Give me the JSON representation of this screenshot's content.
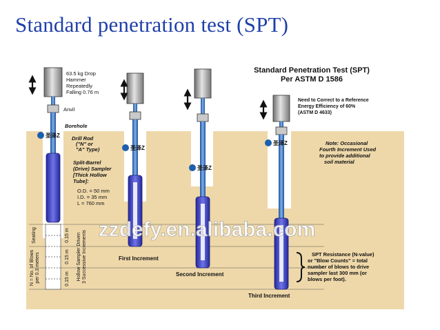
{
  "title": "Standard penetration test (SPT)",
  "diagram": {
    "heading_line1": "Standard Penetration Test (SPT)",
    "heading_line2": "Per ASTM D 1586",
    "hammer_label": [
      "63.5 kg Drop",
      "Hammer",
      "Repeatedly",
      "Falling 0.76 m"
    ],
    "anvil_label": "Anvil",
    "borehole_label": "Borehole",
    "drill_rod_label": [
      "Drill Rod",
      "(\"N\" or",
      "\"A\" Type)"
    ],
    "sampler_label": [
      "Split-Barrel",
      "(Drive) Sampler",
      "[Thick Hollow",
      "Tube]:"
    ],
    "od_label": "O.D. = 50 mm",
    "id_label": "I.D. = 35 mm",
    "length_label": "L = 760 mm",
    "correction_label": [
      "Need to Correct to a Reference",
      "Energy Efficiency of 60%",
      "(ASTM D 4633)"
    ],
    "note_label": [
      "Note: Occasional",
      "Fourth Increment Used",
      "to provide additional",
      "soil material"
    ],
    "seating_label": "Seating",
    "n_label": [
      "N = No. of Blows",
      "per 0.3 meters"
    ],
    "increment_size_labels": [
      "0.15 m",
      "0.15 m",
      "0.15 m"
    ],
    "drive_label": [
      "Hollow Sampler Driven",
      "3 Successive Increments"
    ],
    "first_increment": "First Increment",
    "second_increment": "Second Increment",
    "third_increment": "Third Increment",
    "resistance_label": [
      "SPT Resistance (N-value)",
      "or \"Blow Counts\" = total",
      "number of blows to drive",
      "sampler last 300 mm (or",
      "blows per foot)."
    ],
    "logo_text": "圣泽Z",
    "watermark": "zzdefy.en.alibaba.com"
  },
  "colors": {
    "title": "#1f3fa8",
    "soil": "#f1dcb0",
    "rod": "#3a78c9",
    "sampler": "#3b3fb8",
    "hammer": "#9a9a9a"
  }
}
